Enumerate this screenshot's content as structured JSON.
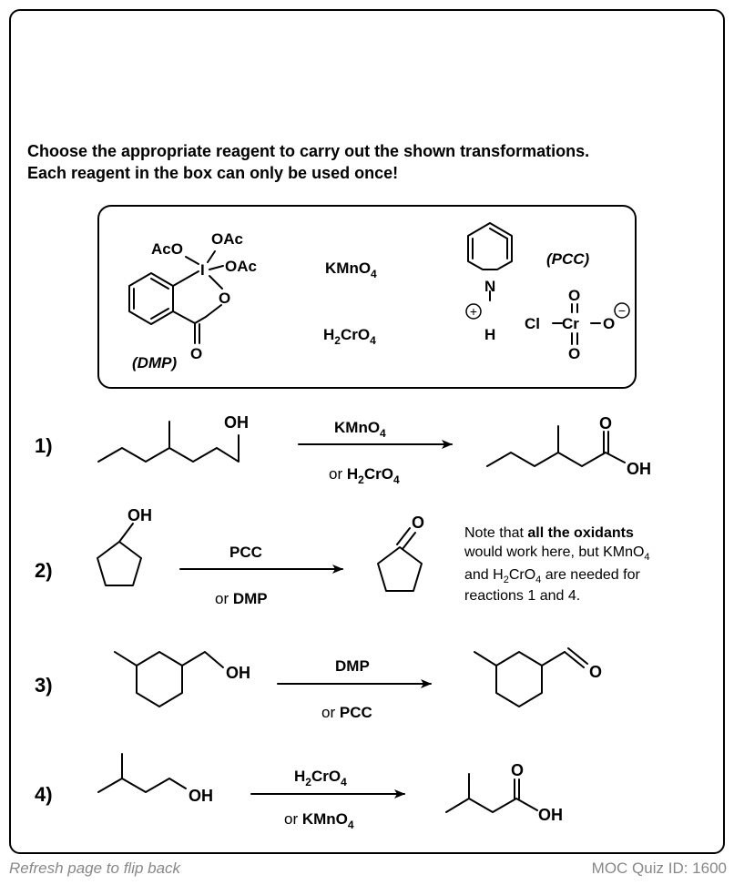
{
  "instructions": {
    "line1": "Choose the appropriate reagent to carry out the shown transformations.",
    "line2": "Each reagent in the box can only be used once!"
  },
  "reagent_box": {
    "dmp_label": "(DMP)",
    "dmp_aco": "AcO",
    "dmp_oac_top": "OAc",
    "dmp_oac_right": "OAc",
    "dmp_i": "I",
    "dmp_o_ring": "O",
    "dmp_o_carbonyl": "O",
    "kmno4": "KMnO",
    "kmno4_sub": "4",
    "h2cro4_h": "H",
    "h2cro4_sub2": "2",
    "h2cro4_cro": "CrO",
    "h2cro4_sub4": "4",
    "pcc_label": "(PCC)",
    "pcc_n": "N",
    "pcc_h": "H",
    "pcc_plus": "+",
    "pcc_cl": "Cl",
    "pcc_cr": "Cr",
    "pcc_o_top": "O",
    "pcc_o_bottom": "O",
    "pcc_o_right": "O",
    "pcc_minus": "−"
  },
  "reactions": [
    {
      "number": "1)",
      "reagent_top": "KMnO",
      "reagent_top_sub": "4",
      "reagent_bottom_or": "or",
      "reagent_bottom": "H",
      "reagent_bottom_sub2": "2",
      "reagent_bottom_rest": "CrO",
      "reagent_bottom_sub4": "4",
      "sm_label": "OH",
      "prod_o": "O",
      "prod_oh": "OH"
    },
    {
      "number": "2)",
      "reagent_top": "PCC",
      "reagent_bottom_or": "or",
      "reagent_bottom": "DMP",
      "sm_label": "OH",
      "prod_o": "O",
      "note": {
        "l1_a": "Note that ",
        "l1_b": "all the oxidants",
        "l2_a": "would work here, but KMnO",
        "l2_sub": "4",
        "l3_a": "and H",
        "l3_sub2": "2",
        "l3_b": "CrO",
        "l3_sub4": "4",
        "l3_c": " are needed for",
        "l4": "reactions 1 and 4."
      }
    },
    {
      "number": "3)",
      "reagent_top": "DMP",
      "reagent_bottom_or": "or",
      "reagent_bottom": "PCC",
      "sm_label": "OH",
      "prod_o": "O"
    },
    {
      "number": "4)",
      "reagent_top": "H",
      "reagent_top_sub2": "2",
      "reagent_top_rest": "CrO",
      "reagent_top_sub4": "4",
      "reagent_bottom_or": "or",
      "reagent_bottom": "KMnO",
      "reagent_bottom_sub": "4",
      "sm_label": "OH",
      "prod_o": "O",
      "prod_oh": "OH"
    }
  ],
  "footer": {
    "left": "Refresh page to flip back",
    "right": "MOC Quiz ID: 1600"
  }
}
